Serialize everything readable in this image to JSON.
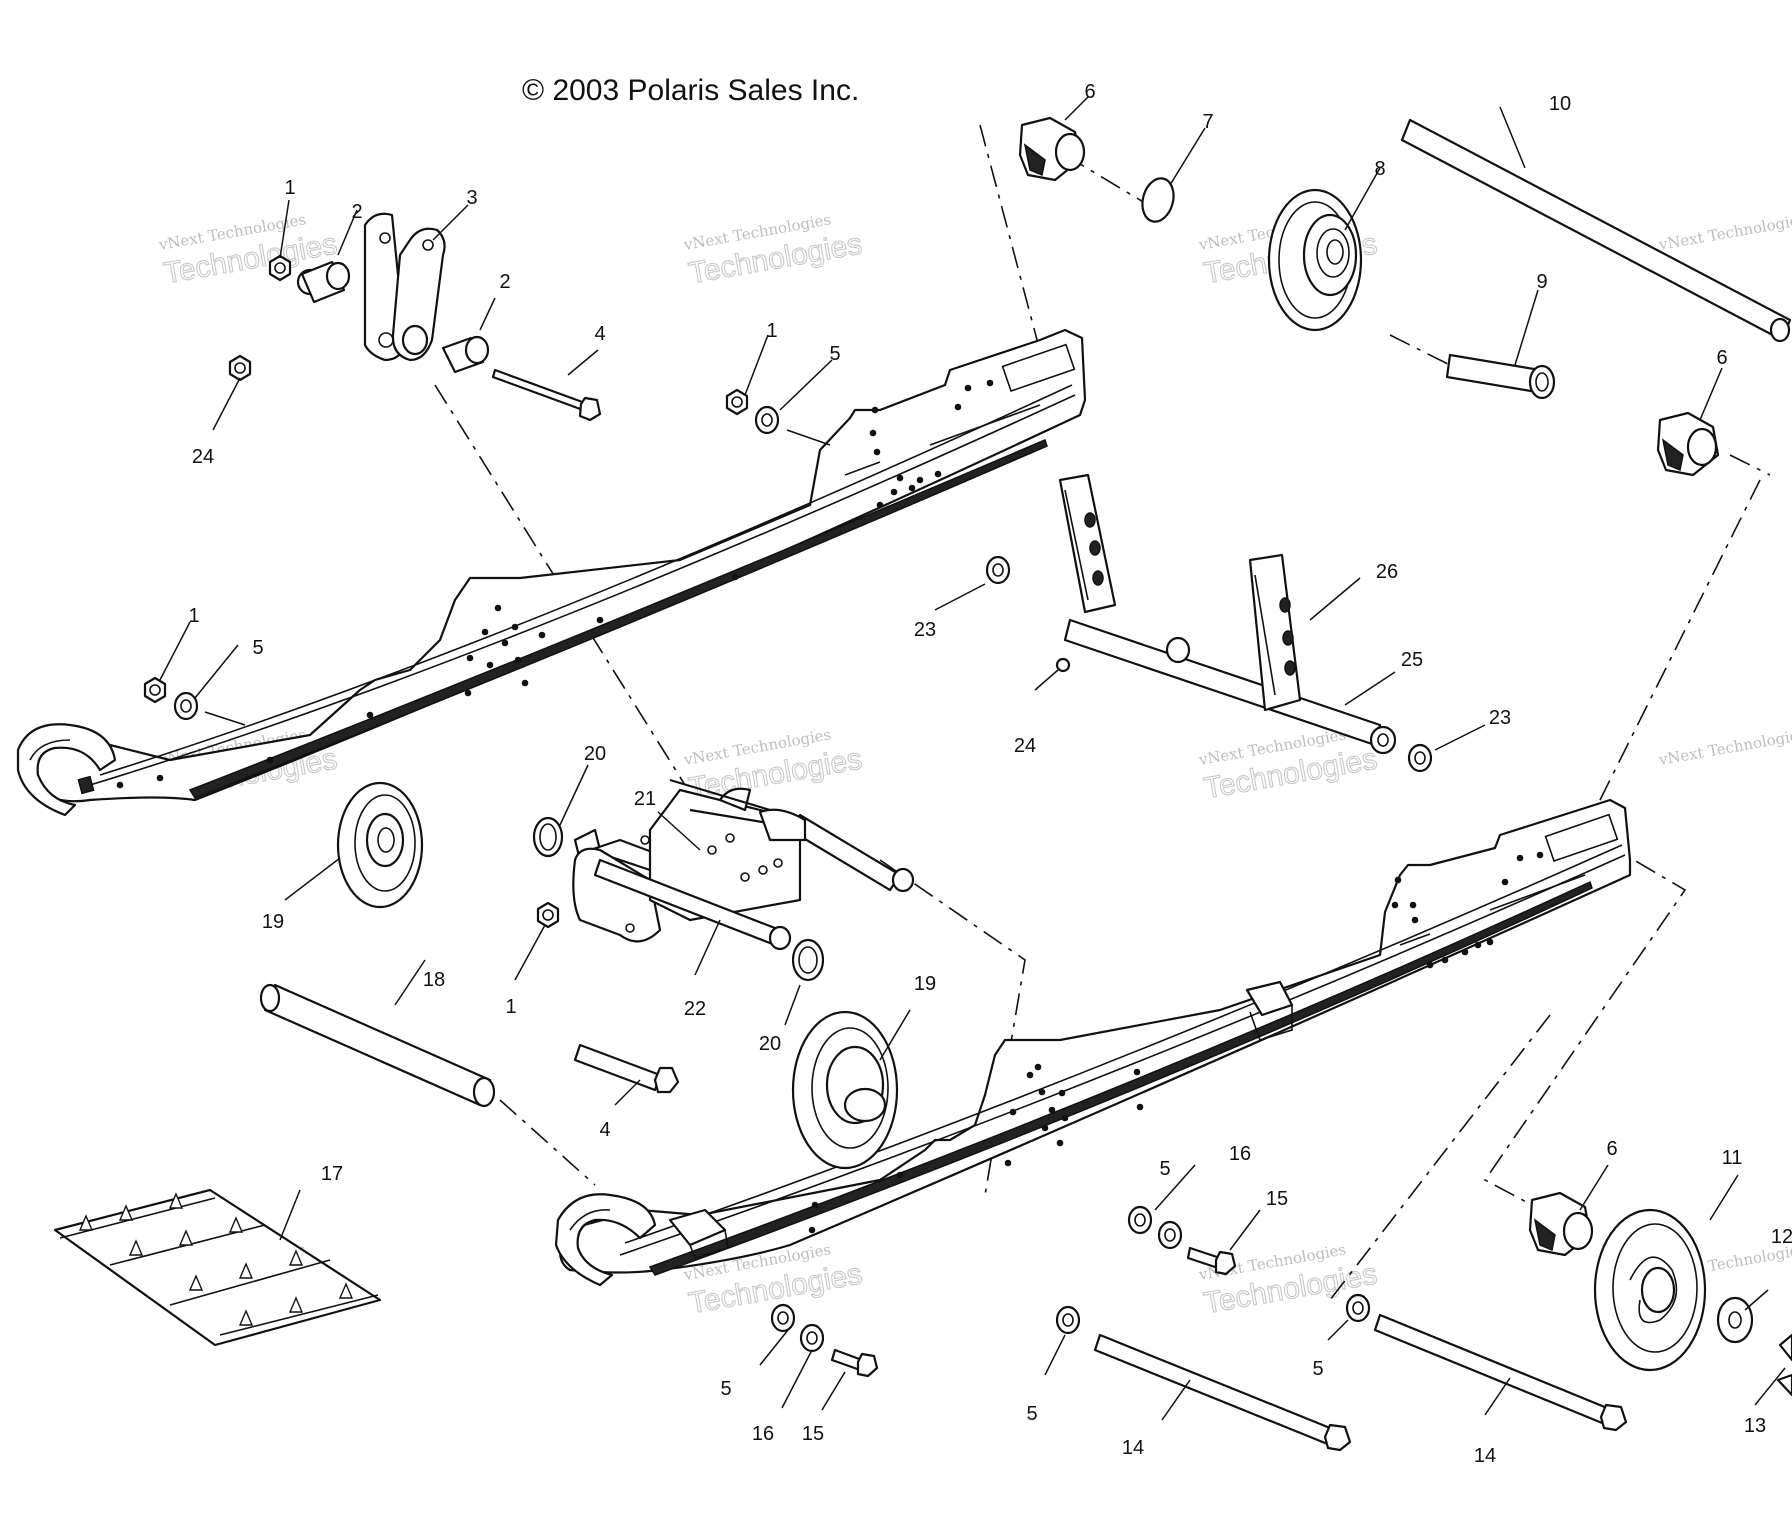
{
  "copyright": "© 2003 Polaris Sales Inc.",
  "watermark": {
    "small": "vNext Technologies",
    "big": "Technologies",
    "tag": "vNext"
  },
  "callouts": [
    {
      "id": "c1a",
      "label": "1"
    },
    {
      "id": "c2a",
      "label": "2"
    },
    {
      "id": "c3",
      "label": "3"
    },
    {
      "id": "c2b",
      "label": "2"
    },
    {
      "id": "c4a",
      "label": "4"
    },
    {
      "id": "c24a",
      "label": "24"
    },
    {
      "id": "c1b",
      "label": "1"
    },
    {
      "id": "c5a",
      "label": "5"
    },
    {
      "id": "c6a",
      "label": "6"
    },
    {
      "id": "c7",
      "label": "7"
    },
    {
      "id": "c8",
      "label": "8"
    },
    {
      "id": "c10",
      "label": "10"
    },
    {
      "id": "c9",
      "label": "9"
    },
    {
      "id": "c6b",
      "label": "6"
    },
    {
      "id": "c23a",
      "label": "23"
    },
    {
      "id": "c26",
      "label": "26"
    },
    {
      "id": "c25",
      "label": "25"
    },
    {
      "id": "c24b",
      "label": "24"
    },
    {
      "id": "c23b",
      "label": "23"
    },
    {
      "id": "c1c",
      "label": "1"
    },
    {
      "id": "c5b",
      "label": "5"
    },
    {
      "id": "c20a",
      "label": "20"
    },
    {
      "id": "c21",
      "label": "21"
    },
    {
      "id": "c19a",
      "label": "19"
    },
    {
      "id": "c1d",
      "label": "1"
    },
    {
      "id": "c22",
      "label": "22"
    },
    {
      "id": "c20b",
      "label": "20"
    },
    {
      "id": "c18",
      "label": "18"
    },
    {
      "id": "c19b",
      "label": "19"
    },
    {
      "id": "c4b",
      "label": "4"
    },
    {
      "id": "c17",
      "label": "17"
    },
    {
      "id": "c5c",
      "label": "5"
    },
    {
      "id": "c16a",
      "label": "16"
    },
    {
      "id": "c15a",
      "label": "15"
    },
    {
      "id": "c5d",
      "label": "5"
    },
    {
      "id": "c16b",
      "label": "16"
    },
    {
      "id": "c15b",
      "label": "15"
    },
    {
      "id": "c5e",
      "label": "5"
    },
    {
      "id": "c14a",
      "label": "14"
    },
    {
      "id": "c5f",
      "label": "5"
    },
    {
      "id": "c14b",
      "label": "14"
    },
    {
      "id": "c6c",
      "label": "6"
    },
    {
      "id": "c11",
      "label": "11"
    },
    {
      "id": "c12",
      "label": "12"
    },
    {
      "id": "c13",
      "label": "13"
    }
  ]
}
